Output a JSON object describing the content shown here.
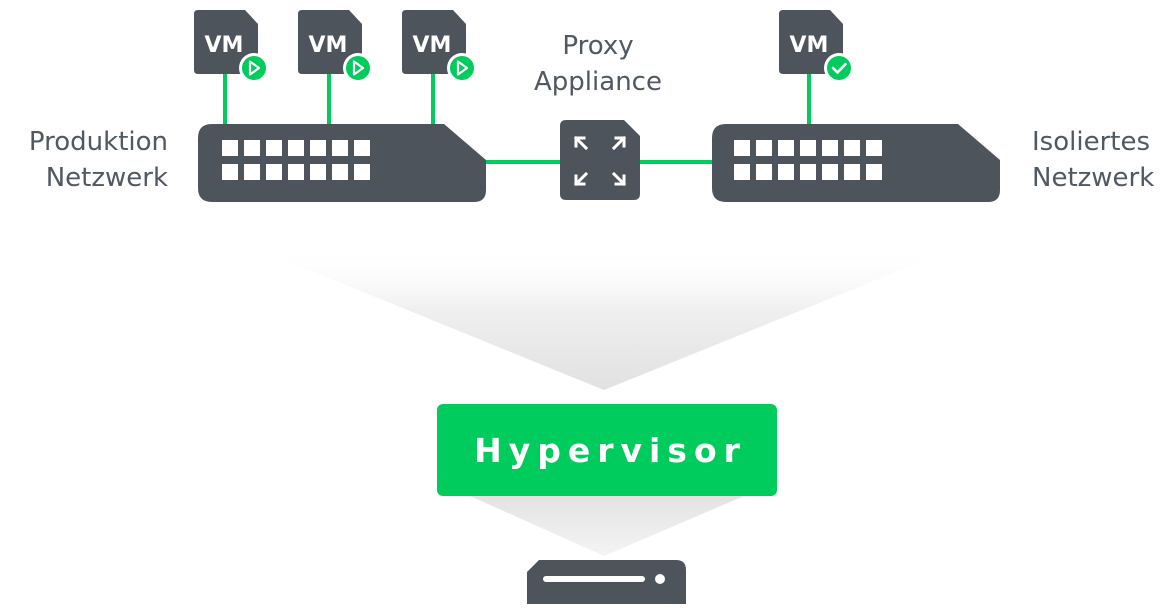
{
  "diagram": {
    "production_network": {
      "line1": "Produktion",
      "line2": "Netzwerk"
    },
    "proxy_appliance": {
      "line1": "Proxy",
      "line2": "Appliance"
    },
    "isolated_network": {
      "line1": "Isoliertes",
      "line2": "Netzwerk"
    },
    "hypervisor": "Hypervisor",
    "production_vms": [
      {
        "label": "VM",
        "status_icon": "play-icon"
      },
      {
        "label": "VM",
        "status_icon": "play-icon"
      },
      {
        "label": "VM",
        "status_icon": "play-icon"
      }
    ],
    "isolated_vm": {
      "label": "VM",
      "status_icon": "check-icon"
    }
  },
  "colors": {
    "dark": "#4d545c",
    "green": "#00cc5d",
    "text": "#505861",
    "white": "#ffffff"
  }
}
